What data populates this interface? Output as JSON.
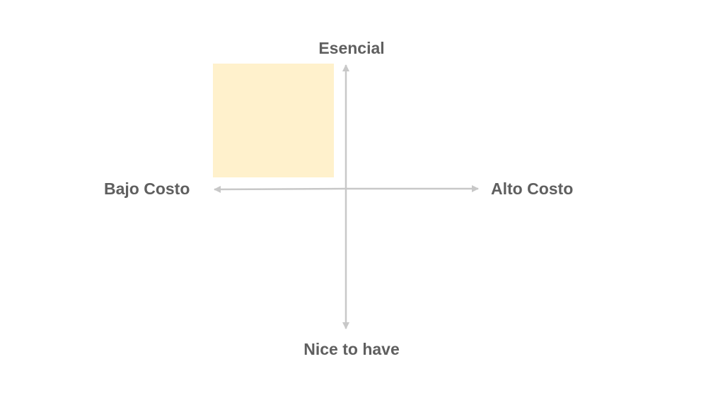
{
  "diagram": {
    "axis_labels": {
      "top": "Esencial",
      "bottom": "Nice to have",
      "left": "Bajo Costo",
      "right": "Alto Costo"
    },
    "colors": {
      "axis": "#c8c8c8",
      "label": "#5f5f5f",
      "highlight_quadrant": "#fff1cc"
    },
    "highlighted_quadrant": "top-left"
  }
}
